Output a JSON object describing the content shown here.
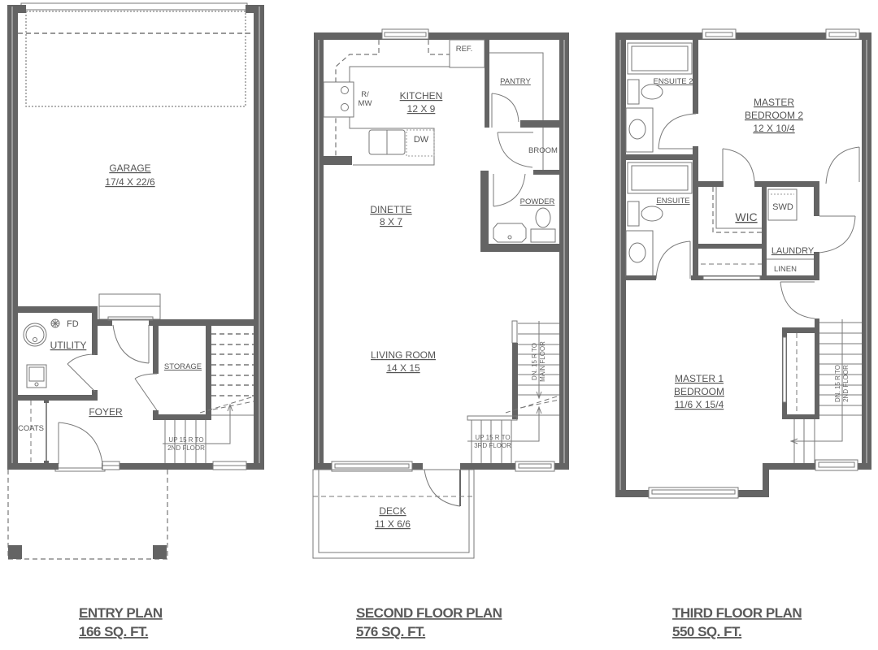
{
  "colors": {
    "wall": "#646464",
    "line": "#7a7a7a",
    "text": "#555555"
  },
  "entry": {
    "title": "ENTRY PLAN",
    "area": "166 SQ. FT.",
    "garage": {
      "name": "GARAGE",
      "size": "17/4 X 22/6"
    },
    "utility": "UTILITY",
    "fd": "FD",
    "storage": "STORAGE",
    "foyer": "FOYER",
    "coats": "COATS",
    "stair_note": [
      "UP 15 R TO",
      "2ND FLOOR"
    ]
  },
  "second": {
    "title": "SECOND FLOOR PLAN",
    "area": "576 SQ. FT.",
    "ref": "REF.",
    "range": [
      "R/",
      "MW"
    ],
    "kitchen": {
      "name": "KITCHEN",
      "size": "12 X 9"
    },
    "pantry": "PANTRY",
    "dw": "DW",
    "broom": "BROOM",
    "powder": "POWDER",
    "dinette": {
      "name": "DINETTE",
      "size": "8 X 7"
    },
    "living": {
      "name": "LIVING ROOM",
      "size": "14 X 15"
    },
    "stair_down": [
      "DN. 15 R TO",
      "MAIN FLOOR"
    ],
    "stair_up": [
      "UP 15 R TO",
      "3RD FLOOR"
    ],
    "deck": {
      "name": "DECK",
      "size": "11 X 6/6"
    }
  },
  "third": {
    "title": "THIRD FLOOR PLAN",
    "area": "550 SQ. FT.",
    "ensuite2": "ENSUITE 2",
    "ensuite": "ENSUITE",
    "master2": {
      "name": "MASTER",
      "name2": "BEDROOM 2",
      "size": "12 X 10/4"
    },
    "wic": "WIC",
    "swd": "SWD",
    "laundry": "LAUNDRY",
    "linen": "LINEN",
    "master1": {
      "name": "MASTER 1",
      "name2": "BEDROOM",
      "size": "11/6 X 15/4"
    },
    "stair_down": [
      "DN. 15 R TO",
      "2ND FLOOR"
    ]
  }
}
